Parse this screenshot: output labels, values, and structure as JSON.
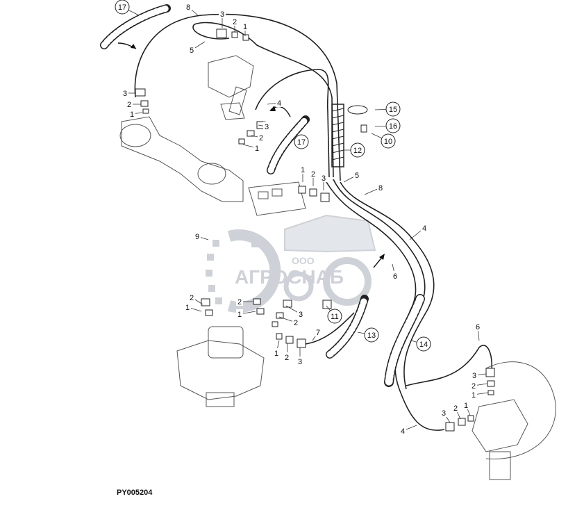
{
  "document": {
    "code": "PY005204"
  },
  "watermark": {
    "brand": "АГРОСНАБ",
    "prefix": "ООО"
  },
  "callouts": [
    {
      "id": "c17a",
      "num": "17",
      "circled": true
    },
    {
      "id": "c8a",
      "num": "8",
      "circled": false
    },
    {
      "id": "c5a",
      "num": "5",
      "circled": false
    },
    {
      "id": "c3a",
      "num": "3",
      "circled": false
    },
    {
      "id": "c2a",
      "num": "2",
      "circled": false
    },
    {
      "id": "c1a",
      "num": "1",
      "circled": false
    },
    {
      "id": "c3b",
      "num": "3",
      "circled": false
    },
    {
      "id": "c2b",
      "num": "2",
      "circled": false
    },
    {
      "id": "c1b",
      "num": "1",
      "circled": false
    },
    {
      "id": "c4a",
      "num": "4",
      "circled": false
    },
    {
      "id": "c3c",
      "num": "3",
      "circled": false
    },
    {
      "id": "c2c",
      "num": "2",
      "circled": false
    },
    {
      "id": "c1c",
      "num": "1",
      "circled": false
    },
    {
      "id": "c17b",
      "num": "17",
      "circled": true
    },
    {
      "id": "c15",
      "num": "15",
      "circled": true
    },
    {
      "id": "c16",
      "num": "16",
      "circled": true
    },
    {
      "id": "c10",
      "num": "10",
      "circled": true
    },
    {
      "id": "c12",
      "num": "12",
      "circled": true
    },
    {
      "id": "c1d",
      "num": "1",
      "circled": false
    },
    {
      "id": "c2d",
      "num": "2",
      "circled": false
    },
    {
      "id": "c3d",
      "num": "3",
      "circled": false
    },
    {
      "id": "c5b",
      "num": "5",
      "circled": false
    },
    {
      "id": "c8b",
      "num": "8",
      "circled": false
    },
    {
      "id": "c4b",
      "num": "4",
      "circled": false
    },
    {
      "id": "c6a",
      "num": "6",
      "circled": false
    },
    {
      "id": "c9",
      "num": "9",
      "circled": false
    },
    {
      "id": "c2e",
      "num": "2",
      "circled": false
    },
    {
      "id": "c1e",
      "num": "1",
      "circled": false
    },
    {
      "id": "c2f",
      "num": "2",
      "circled": false
    },
    {
      "id": "c1f",
      "num": "1",
      "circled": false
    },
    {
      "id": "c3e",
      "num": "3",
      "circled": false
    },
    {
      "id": "c2g",
      "num": "2",
      "circled": false
    },
    {
      "id": "c11",
      "num": "11",
      "circled": true
    },
    {
      "id": "c13",
      "num": "13",
      "circled": true
    },
    {
      "id": "c7",
      "num": "7",
      "circled": false
    },
    {
      "id": "c1g",
      "num": "1",
      "circled": false
    },
    {
      "id": "c2h",
      "num": "2",
      "circled": false
    },
    {
      "id": "c3f",
      "num": "3",
      "circled": false
    },
    {
      "id": "c14",
      "num": "14",
      "circled": true
    },
    {
      "id": "c6b",
      "num": "6",
      "circled": false
    },
    {
      "id": "c3g",
      "num": "3",
      "circled": false
    },
    {
      "id": "c2i",
      "num": "2",
      "circled": false
    },
    {
      "id": "c1h",
      "num": "1",
      "circled": false
    },
    {
      "id": "c3h",
      "num": "3",
      "circled": false
    },
    {
      "id": "c2j",
      "num": "2",
      "circled": false
    },
    {
      "id": "c1i",
      "num": "1",
      "circled": false
    },
    {
      "id": "c4c",
      "num": "4",
      "circled": false
    }
  ]
}
